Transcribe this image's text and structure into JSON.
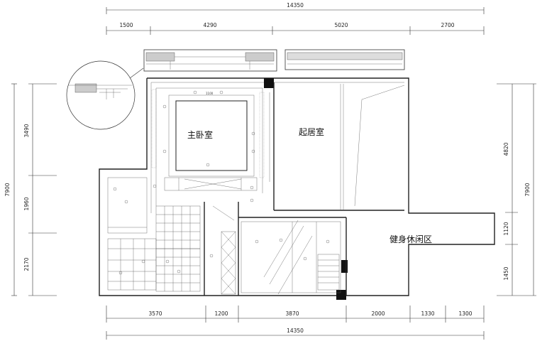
{
  "dimensions": {
    "top_total": "14350",
    "top_segments": [
      "1500",
      "4290",
      "5020",
      "2700"
    ],
    "bottom_segments": [
      "3570",
      "1200",
      "3870",
      "2000",
      "1330",
      "1300"
    ],
    "bottom_total": "14350",
    "left_total": "7900",
    "left_segments": [
      "3490",
      "1960",
      "2170"
    ],
    "right_total": "7900",
    "right_segments": [
      "4820",
      "1120",
      "1450"
    ]
  },
  "rooms": {
    "master_bedroom": "主卧室",
    "living_room": "起居室",
    "gym_lounge": "健身休闲区"
  }
}
